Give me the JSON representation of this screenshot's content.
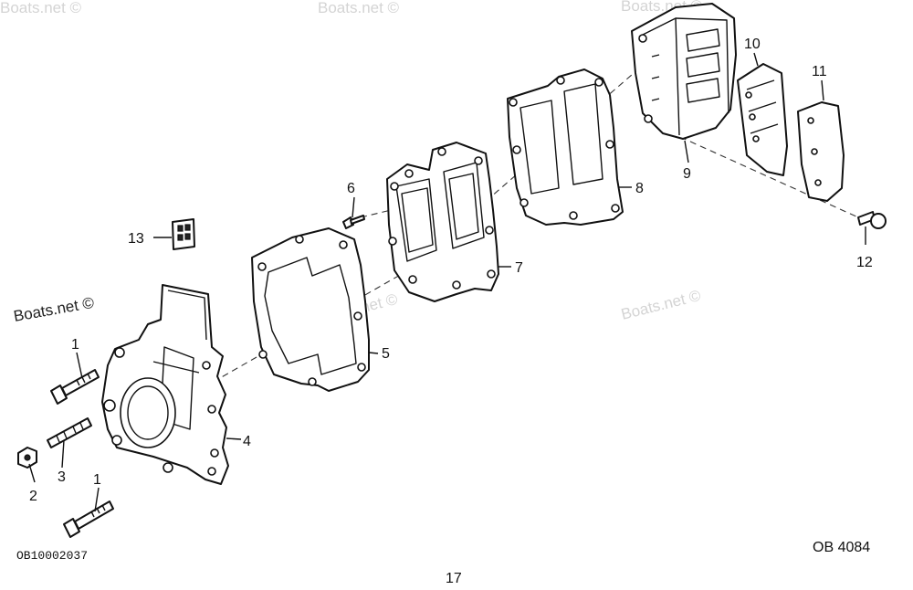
{
  "diagram": {
    "doc_code": "OB10002037",
    "drawing_id": "OB 4084",
    "page_number": "17",
    "watermark": "Boats.net ©",
    "callouts": {
      "c1a": "1",
      "c1b": "1",
      "c2": "2",
      "c3": "3",
      "c4": "4",
      "c5": "5",
      "c6": "6",
      "c7": "7",
      "c8": "8",
      "c9": "9",
      "c10": "10",
      "c11": "11",
      "c12": "12",
      "c13": "13"
    }
  }
}
